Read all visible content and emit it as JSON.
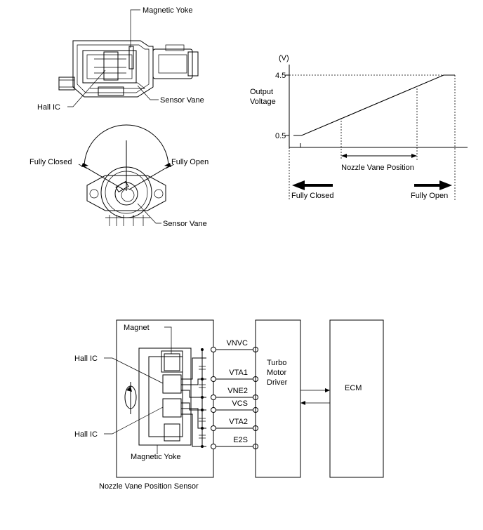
{
  "sensor_diagram": {
    "labels": {
      "magnetic_yoke": "Magnetic Yoke",
      "hall_ic": "Hall IC",
      "sensor_vane_side": "Sensor Vane",
      "fully_closed": "Fully Closed",
      "fully_open": "Fully Open",
      "sensor_vane_front": "Sensor Vane"
    }
  },
  "chart_data": {
    "type": "line",
    "ylabel": "Output\nVoltage",
    "y_unit": "(V)",
    "y_ticks": [
      "4.5",
      "0.5"
    ],
    "xlabel": "Nozzle Vane Position",
    "x_left_label": "Fully Closed",
    "x_right_label": "Fully Open",
    "ylim": [
      0.5,
      4.5
    ],
    "series": [
      {
        "x": [
          0,
          0.05,
          0.93,
          1.0
        ],
        "y": [
          0.5,
          0.5,
          4.5,
          4.5
        ]
      }
    ]
  },
  "circuit": {
    "sensor_label": "Nozzle Vane Position Sensor",
    "magnet_label": "Magnet",
    "hall_ic_top": "Hall IC",
    "hall_ic_bottom": "Hall IC",
    "magnetic_yoke_label": "Magnetic Yoke",
    "terminals": [
      "VNVC",
      "VTA1",
      "VNE2",
      "VCS",
      "VTA2",
      "E2S"
    ],
    "driver_label": "Turbo\nMotor\nDriver",
    "ecm_label": "ECM"
  }
}
